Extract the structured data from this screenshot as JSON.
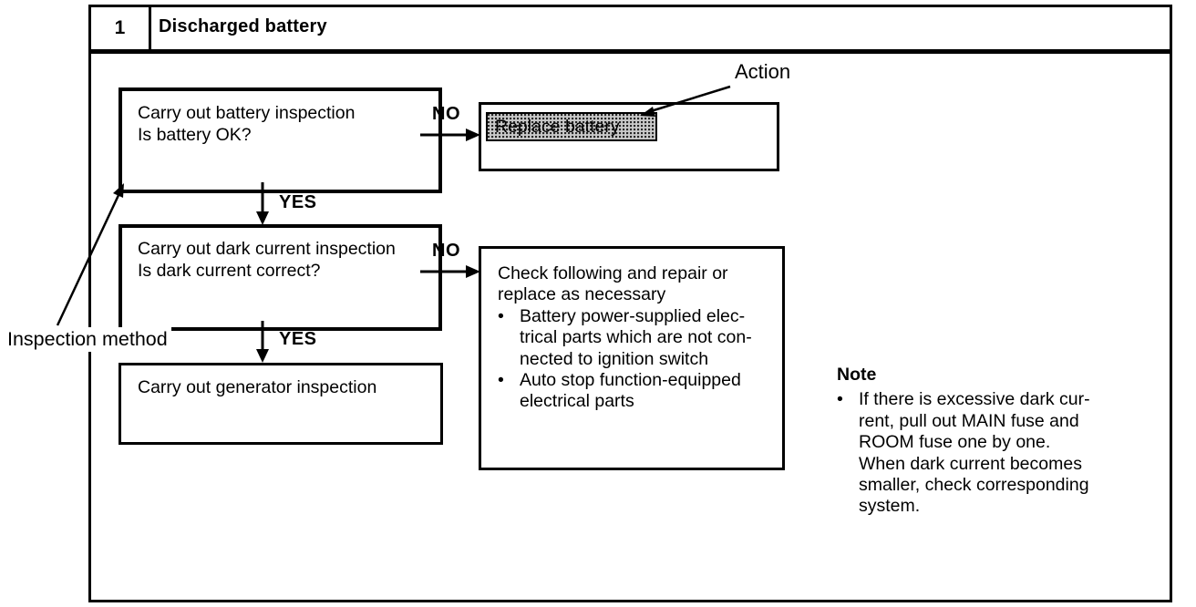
{
  "header": {
    "number": "1",
    "title": "Discharged battery"
  },
  "bullet_glyph": "•",
  "colors": {
    "ink": "#000000",
    "paper": "#ffffff",
    "highlight_fill": "#c9c9c9"
  },
  "flowchart": {
    "box1": {
      "line1": "Carry out battery inspection",
      "line2": "Is battery OK?"
    },
    "branch1": {
      "no": "NO",
      "yes": "YES"
    },
    "action_box": {
      "highlight": "Replace battery"
    },
    "box2": {
      "line1": "Carry out dark current inspection",
      "line2": "Is dark current correct?"
    },
    "branch2": {
      "no": "NO",
      "yes": "YES"
    },
    "check_box": {
      "intro1": "Check following and repair or",
      "intro2": "replace as necessary",
      "item1_line1": "Battery power-supplied elec-",
      "item1_line2": "trical parts which are not con-",
      "item1_line3": "nected to ignition switch",
      "item2_line1": "Auto stop function-equipped",
      "item2_line2": "electrical parts"
    },
    "box3": {
      "line1": "Carry out generator inspection"
    }
  },
  "annotations": {
    "action": "Action",
    "inspection_method": "Inspection method"
  },
  "note": {
    "title": "Note",
    "line1": "If there is excessive dark cur-",
    "line2": "rent, pull out MAIN fuse and",
    "line3": "ROOM fuse one by one.",
    "line4": "When dark current becomes",
    "line5": "smaller, check corresponding",
    "line6": "system."
  }
}
